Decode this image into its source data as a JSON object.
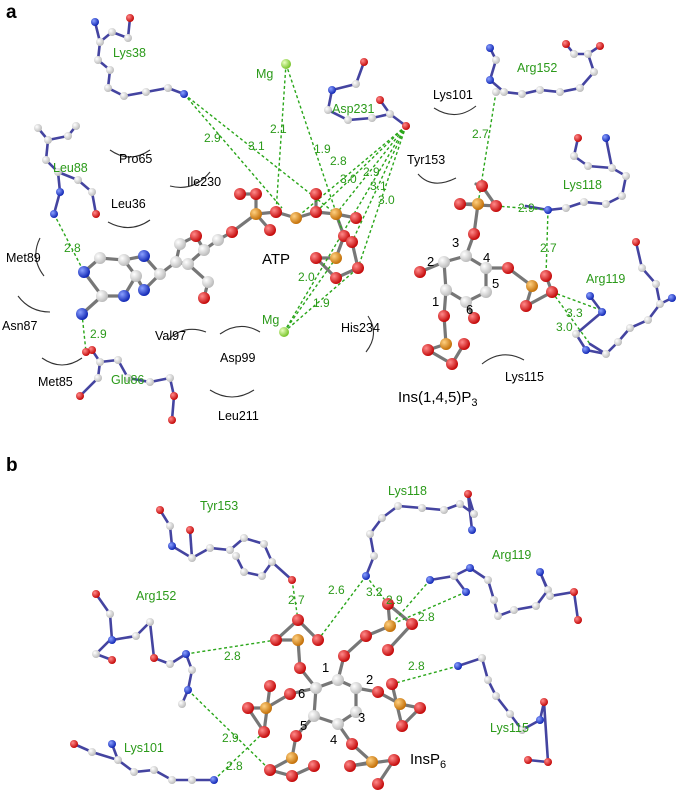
{
  "panels": {
    "a": {
      "label": "a",
      "residues_green": [
        "Lys38",
        "Mg",
        "Asp231",
        "Arg152",
        "Leu88",
        "Lys118",
        "Arg119",
        "Glu86",
        "Mg"
      ],
      "residues_black": [
        "Pro65",
        "Ile230",
        "Leu36",
        "Lys101",
        "Tyr153",
        "Met89",
        "Asn87",
        "Val97",
        "Asp99",
        "His234",
        "Met85",
        "Leu211",
        "Lys115"
      ],
      "ligand_atp": "ATP",
      "ligand_ins": "Ins(1,4,5)P",
      "ligand_ins_sub": "3",
      "ring_numbers": [
        "1",
        "2",
        "3",
        "4",
        "5",
        "6"
      ],
      "distances": [
        "2.9",
        "2.1",
        "3.1",
        "1.9",
        "2.8",
        "3.0",
        "2.9",
        "3.1",
        "3.0",
        "2.0",
        "1.9",
        "2.8",
        "2.9",
        "2.7",
        "2.9",
        "2.7",
        "3.3",
        "3.0"
      ]
    },
    "b": {
      "label": "b",
      "residues": [
        "Tyr153",
        "Lys118",
        "Arg119",
        "Arg152",
        "Lys115",
        "Lys101"
      ],
      "ligand": "InsP",
      "ligand_sub": "6",
      "ring_numbers": [
        "1",
        "2",
        "3",
        "4",
        "5",
        "6"
      ],
      "distances": [
        "2.7",
        "2.6",
        "3.2",
        "2.9",
        "2.8",
        "2.8",
        "2.8",
        "2.9",
        "2.8"
      ]
    }
  },
  "colors": {
    "residue_label": "#2b9a1a",
    "hbond": "#2aa61a",
    "carbon": "#e8e8e8",
    "oxygen": "#e01010",
    "nitrogen": "#1a3ae0",
    "phosphorus": "#e08a10",
    "magnesium": "#a0f040",
    "protein_bond": "#4444a0",
    "ligand_bond": "#777777"
  }
}
